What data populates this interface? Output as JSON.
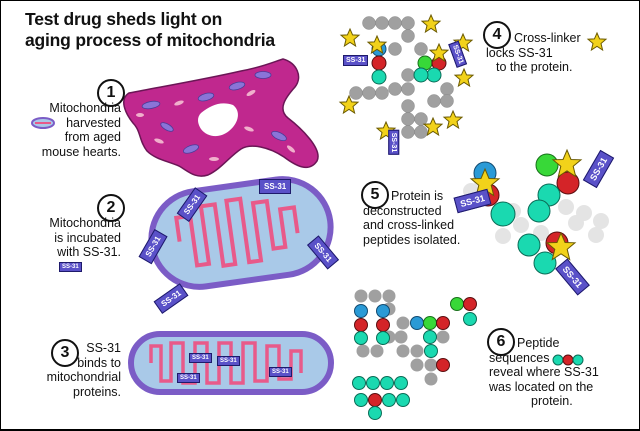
{
  "title_line1": "Test drug sheds light on",
  "title_line2": "aging process of mitochondria",
  "steps": [
    {
      "n": "1",
      "lines": [
        "Mitochondria",
        "harvested",
        "from aged",
        "mouse hearts."
      ]
    },
    {
      "n": "2",
      "lines": [
        "Mitochondria",
        "is incubated",
        "with SS-31."
      ]
    },
    {
      "n": "3",
      "lines": [
        "SS-31",
        "binds to",
        "mitochondrial",
        "proteins."
      ]
    },
    {
      "n": "4",
      "lines": [
        "Cross-linker",
        "locks SS-31",
        "to the protein."
      ]
    },
    {
      "n": "5",
      "lines": [
        "Protein is",
        "deconstructed",
        "and cross-linked",
        "peptides isolated."
      ]
    },
    {
      "n": "6",
      "lines": [
        "Peptide",
        "sequences",
        "reveal where SS-31",
        "was located on the",
        "protein."
      ]
    }
  ],
  "drug_label": "SS-31",
  "colors": {
    "mito_tissue": "#c0288e",
    "mito_outer": "#7b5cc6",
    "mito_inner": "#e85a8a",
    "mito_fill": "#a9c9e8",
    "drug": "#5a51c8",
    "crosslinker": "#f2d21a",
    "bead_red": "#d42428",
    "bead_teal": "#1ad9b0",
    "bead_blue": "#2a9ad6",
    "bead_green": "#38d838",
    "bead_gray": "#a0a0a0"
  }
}
